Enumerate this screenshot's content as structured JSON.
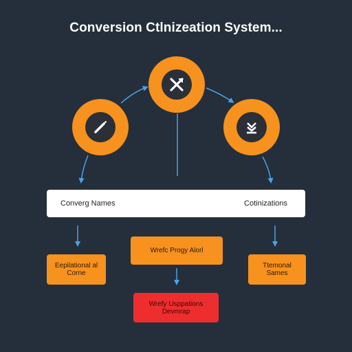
{
  "title": "Conversion Ctlnizeation System...",
  "colors": {
    "background": "#242f3b",
    "accent": "#f7921e",
    "alert": "#ee2e2e",
    "connector": "#4aa3e8",
    "panel": "#ffffff"
  },
  "nodes": [
    {
      "id": "left",
      "icon": "pen-icon"
    },
    {
      "id": "top",
      "icon": "close-x-icon"
    },
    {
      "id": "right",
      "icon": "download-check-icon"
    }
  ],
  "bar": {
    "left_label": "Converg Names",
    "right_label": "Cotinizations"
  },
  "boxes": {
    "left": {
      "line1": "Eepilational al",
      "line2": "Corne"
    },
    "center": {
      "line1": "Wrefc Progy Alorl"
    },
    "right": {
      "line1": "Ttemonal",
      "line2": "Sames"
    },
    "bottom": {
      "line1": "Wrefy Usppations",
      "line2": "Devmrap"
    }
  }
}
